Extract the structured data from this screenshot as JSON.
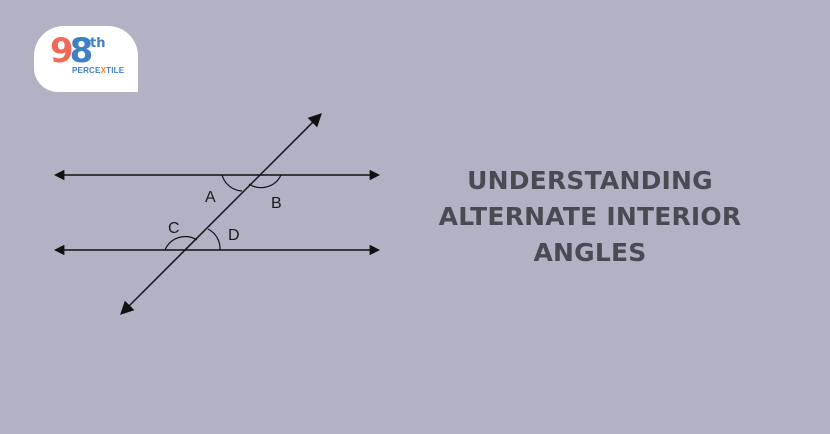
{
  "logo": {
    "digit_1": "9",
    "digit_2": "8",
    "suffix": "th",
    "word_before_x": "PERCE",
    "word_x": "X",
    "word_after_x": "TILE",
    "colors": {
      "nine": "#f06a5a",
      "eight": "#3f7fc6",
      "x": "#f2823a",
      "card": "#ffffff"
    }
  },
  "diagram": {
    "labels": {
      "a": "A",
      "b": "B",
      "c": "C",
      "d": "D"
    },
    "line_color": "#111111"
  },
  "title": {
    "line1": "UNDERSTANDING",
    "line2": "ALTERNATE INTERIOR",
    "line3": "ANGLES",
    "color": "#4a4b52"
  },
  "background_color": "#b3b2c5"
}
